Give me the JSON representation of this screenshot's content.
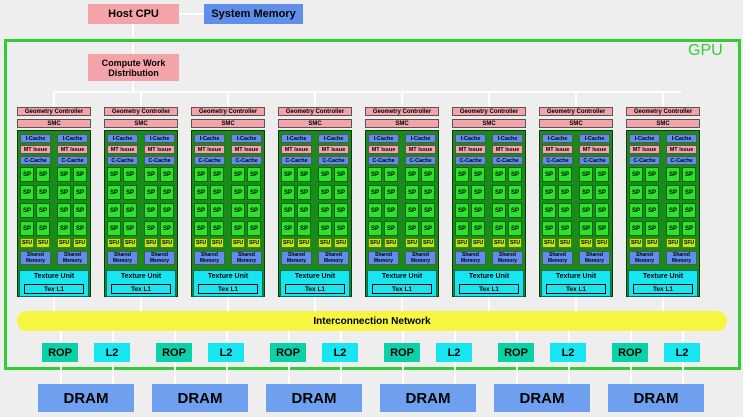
{
  "host": {
    "cpu": "Host CPU",
    "memory": "System Memory"
  },
  "gpu": {
    "label": "GPU"
  },
  "compute_work_distribution": "Compute Work Distribution",
  "tpc_labels": {
    "geometry_controller": "Geometry Controller",
    "smc": "SMC",
    "icache": "I-Cache",
    "mt_issue": "MT Issue",
    "ccache": "C-Cache",
    "sp": "SP",
    "sfu": "SFU",
    "shared_memory": "Shared Memory",
    "texture_unit": "Texture Unit",
    "tex_l1": "Tex L1"
  },
  "interconnection_network": "Interconnection Network",
  "memory_partition": {
    "rop": "ROP",
    "l2": "L2",
    "dram": "DRAM"
  },
  "colors": {
    "gpu_border": "#33cc33",
    "pink": "#f4a3a9",
    "blue": "#5f8fea",
    "teal": "#0ad2a8",
    "cyan": "#17e6f0",
    "sp": "#2ce22c",
    "sfu": "#b6e61e",
    "interconnect": "#f5f542",
    "dram": "#6fa0ef"
  }
}
